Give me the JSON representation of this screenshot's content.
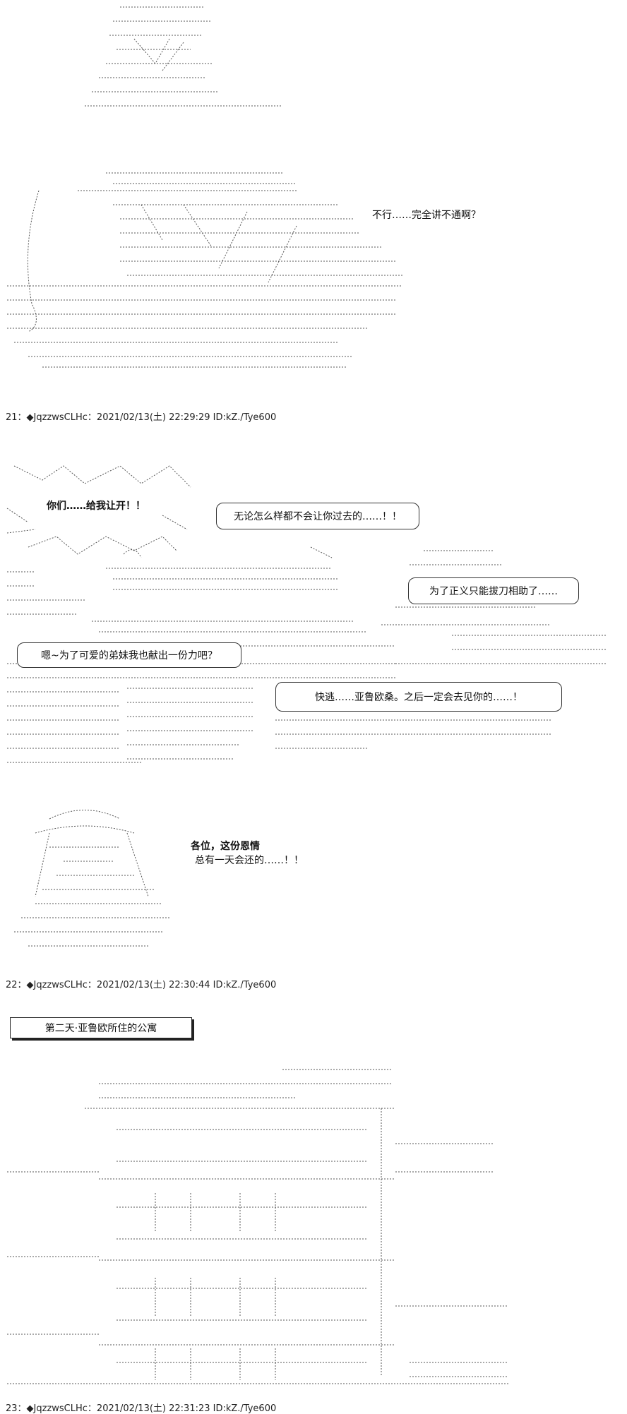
{
  "scene1": {
    "caption": "不行……完全讲不通啊？"
  },
  "posts": [
    {
      "header": "21：◆JqzzwsCLHc：2021/02/13(土) 22:29:29 ID:kZ./Tye600"
    },
    {
      "header": "22：◆JqzzwsCLHc：2021/02/13(土) 22:30:44 ID:kZ./Tye600"
    },
    {
      "header": "23：◆JqzzwsCLHc：2021/02/13(土) 22:31:23 ID:kZ./Tye600"
    }
  ],
  "scene2": {
    "shout": "你们……给我让开！！",
    "bubble_block": "无论怎么样都不会让你过去的……！！",
    "bubble_justice": "为了正义只能拔刀相助了……",
    "bubble_sister": "嗯~为了可爱的弟妹我也献出一份力吧？",
    "bubble_escape": "快逃……亚鲁欧桑。之后一定会去见你的……！"
  },
  "scene3": {
    "line1": "各位，这份恩情",
    "line2": "总有一天会还的……！！"
  },
  "scene4": {
    "title": "第二天·亚鲁欧所住的公寓"
  }
}
